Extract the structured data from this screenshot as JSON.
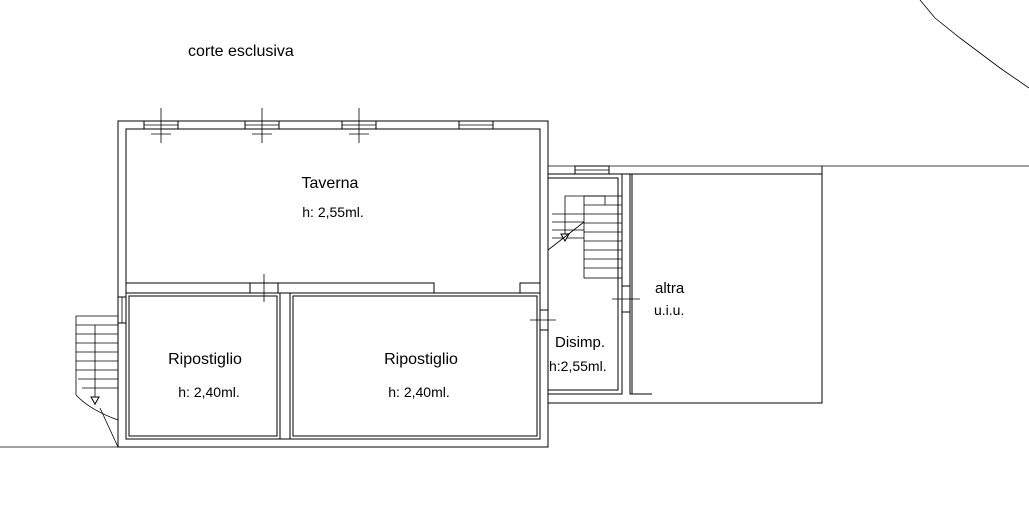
{
  "plan": {
    "outside_label": "corte esclusiva",
    "rooms": [
      {
        "name": "Taverna",
        "height": "h: 2,55ml."
      },
      {
        "name": "Ripostiglio",
        "height": "h: 2,40ml."
      },
      {
        "name": "Ripostiglio",
        "height": "h: 2,40ml."
      },
      {
        "name": "Disimp.",
        "height": "h:2,55ml."
      }
    ],
    "other_unit": {
      "line1": "altra",
      "line2": "u.i.u."
    }
  }
}
